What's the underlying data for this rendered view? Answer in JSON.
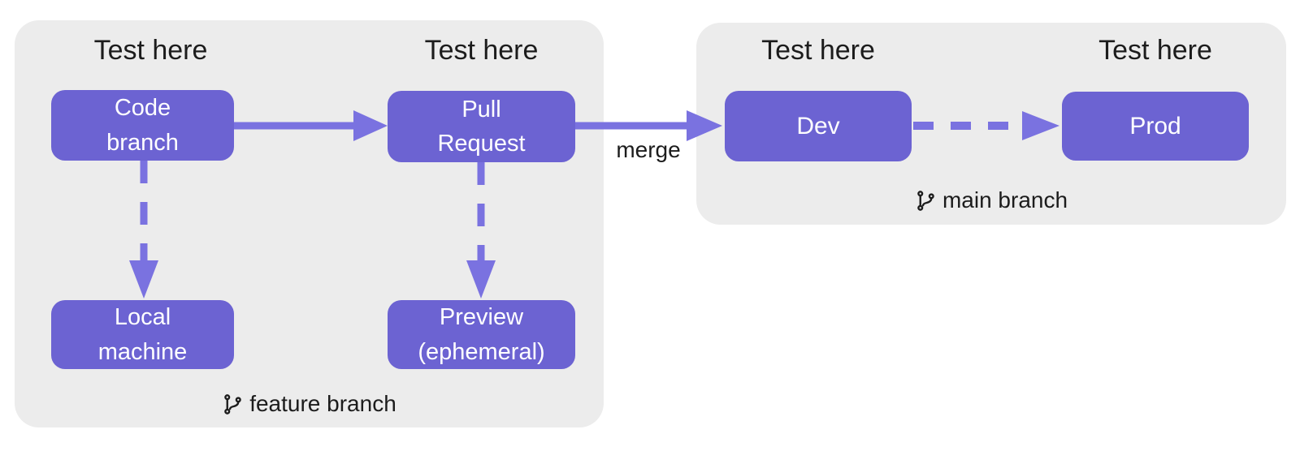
{
  "colors": {
    "node_fill": "#6c63d2",
    "connector": "#7a72e0",
    "group_bg": "#ececec",
    "text_dark": "#1c1c1c",
    "node_text": "#ffffff"
  },
  "feature_group": {
    "branch_label": "feature branch",
    "branch_icon": "git-branch-icon",
    "test_label_1": "Test here",
    "test_label_2": "Test here",
    "nodes": {
      "code_branch": {
        "line1": "Code",
        "line2": "branch"
      },
      "pull_request": {
        "line1": "Pull",
        "line2": "Request"
      },
      "local_machine": {
        "line1": "Local",
        "line2": "machine"
      },
      "preview": {
        "line1": "Preview",
        "line2": "(ephemeral)"
      }
    }
  },
  "main_group": {
    "branch_label": "main branch",
    "branch_icon": "git-branch-icon",
    "test_label_1": "Test here",
    "test_label_2": "Test here",
    "nodes": {
      "dev": {
        "label": "Dev"
      },
      "prod": {
        "label": "Prod"
      }
    }
  },
  "edges": {
    "merge_label": "merge"
  }
}
